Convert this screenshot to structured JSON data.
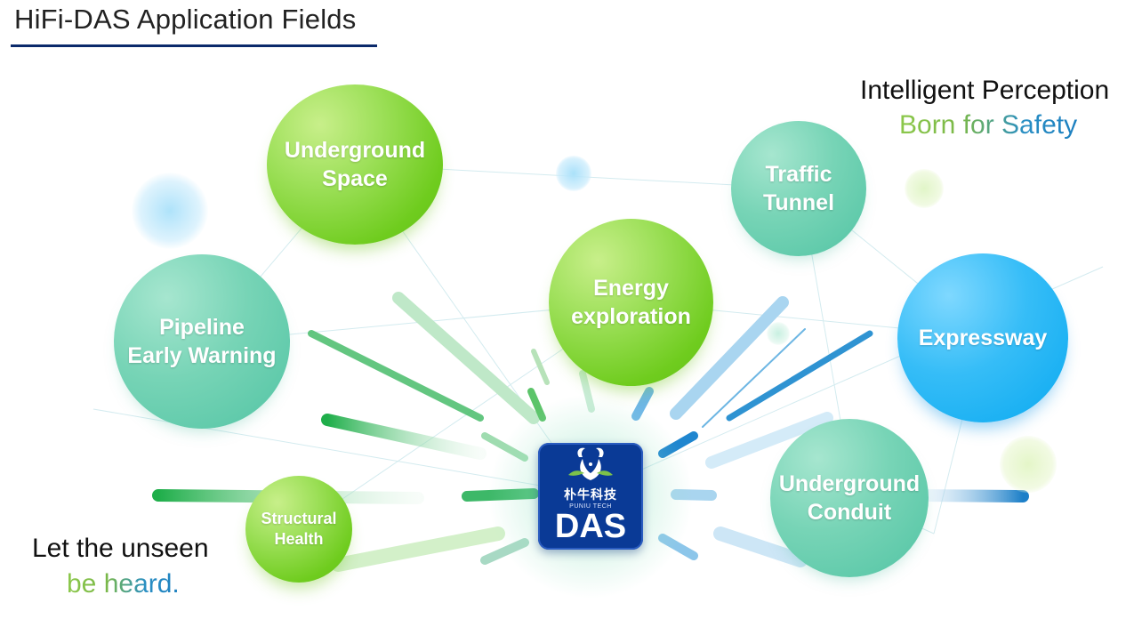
{
  "title": "HiFi-DAS Application Fields",
  "slogan_top": {
    "line1": "Intelligent Perception",
    "line2": "Born for Safety"
  },
  "slogan_bottom": {
    "line1": "Let the unseen",
    "line2": "be heard."
  },
  "center_logo": {
    "chinese": "朴牛科技",
    "english": "PUNIU TECH",
    "product": "DAS"
  },
  "fields": {
    "underground_space": [
      "Underground",
      "Space"
    ],
    "traffic_tunnel": [
      "Traffic",
      "Tunnel"
    ],
    "energy_exploration": [
      "Energy",
      "exploration"
    ],
    "pipeline_early_warning": [
      "Pipeline",
      "Early Warning"
    ],
    "expressway": [
      "Expressway"
    ],
    "underground_conduit": [
      "Underground",
      "Conduit"
    ],
    "structural_health": [
      "Structural",
      "Health"
    ]
  },
  "colors": {
    "title_underline": "#0b2a6b",
    "green": "#6fcc1e",
    "teal": "#52c4a4",
    "blue": "#0aa9f0",
    "logo": "#0a3a96"
  }
}
